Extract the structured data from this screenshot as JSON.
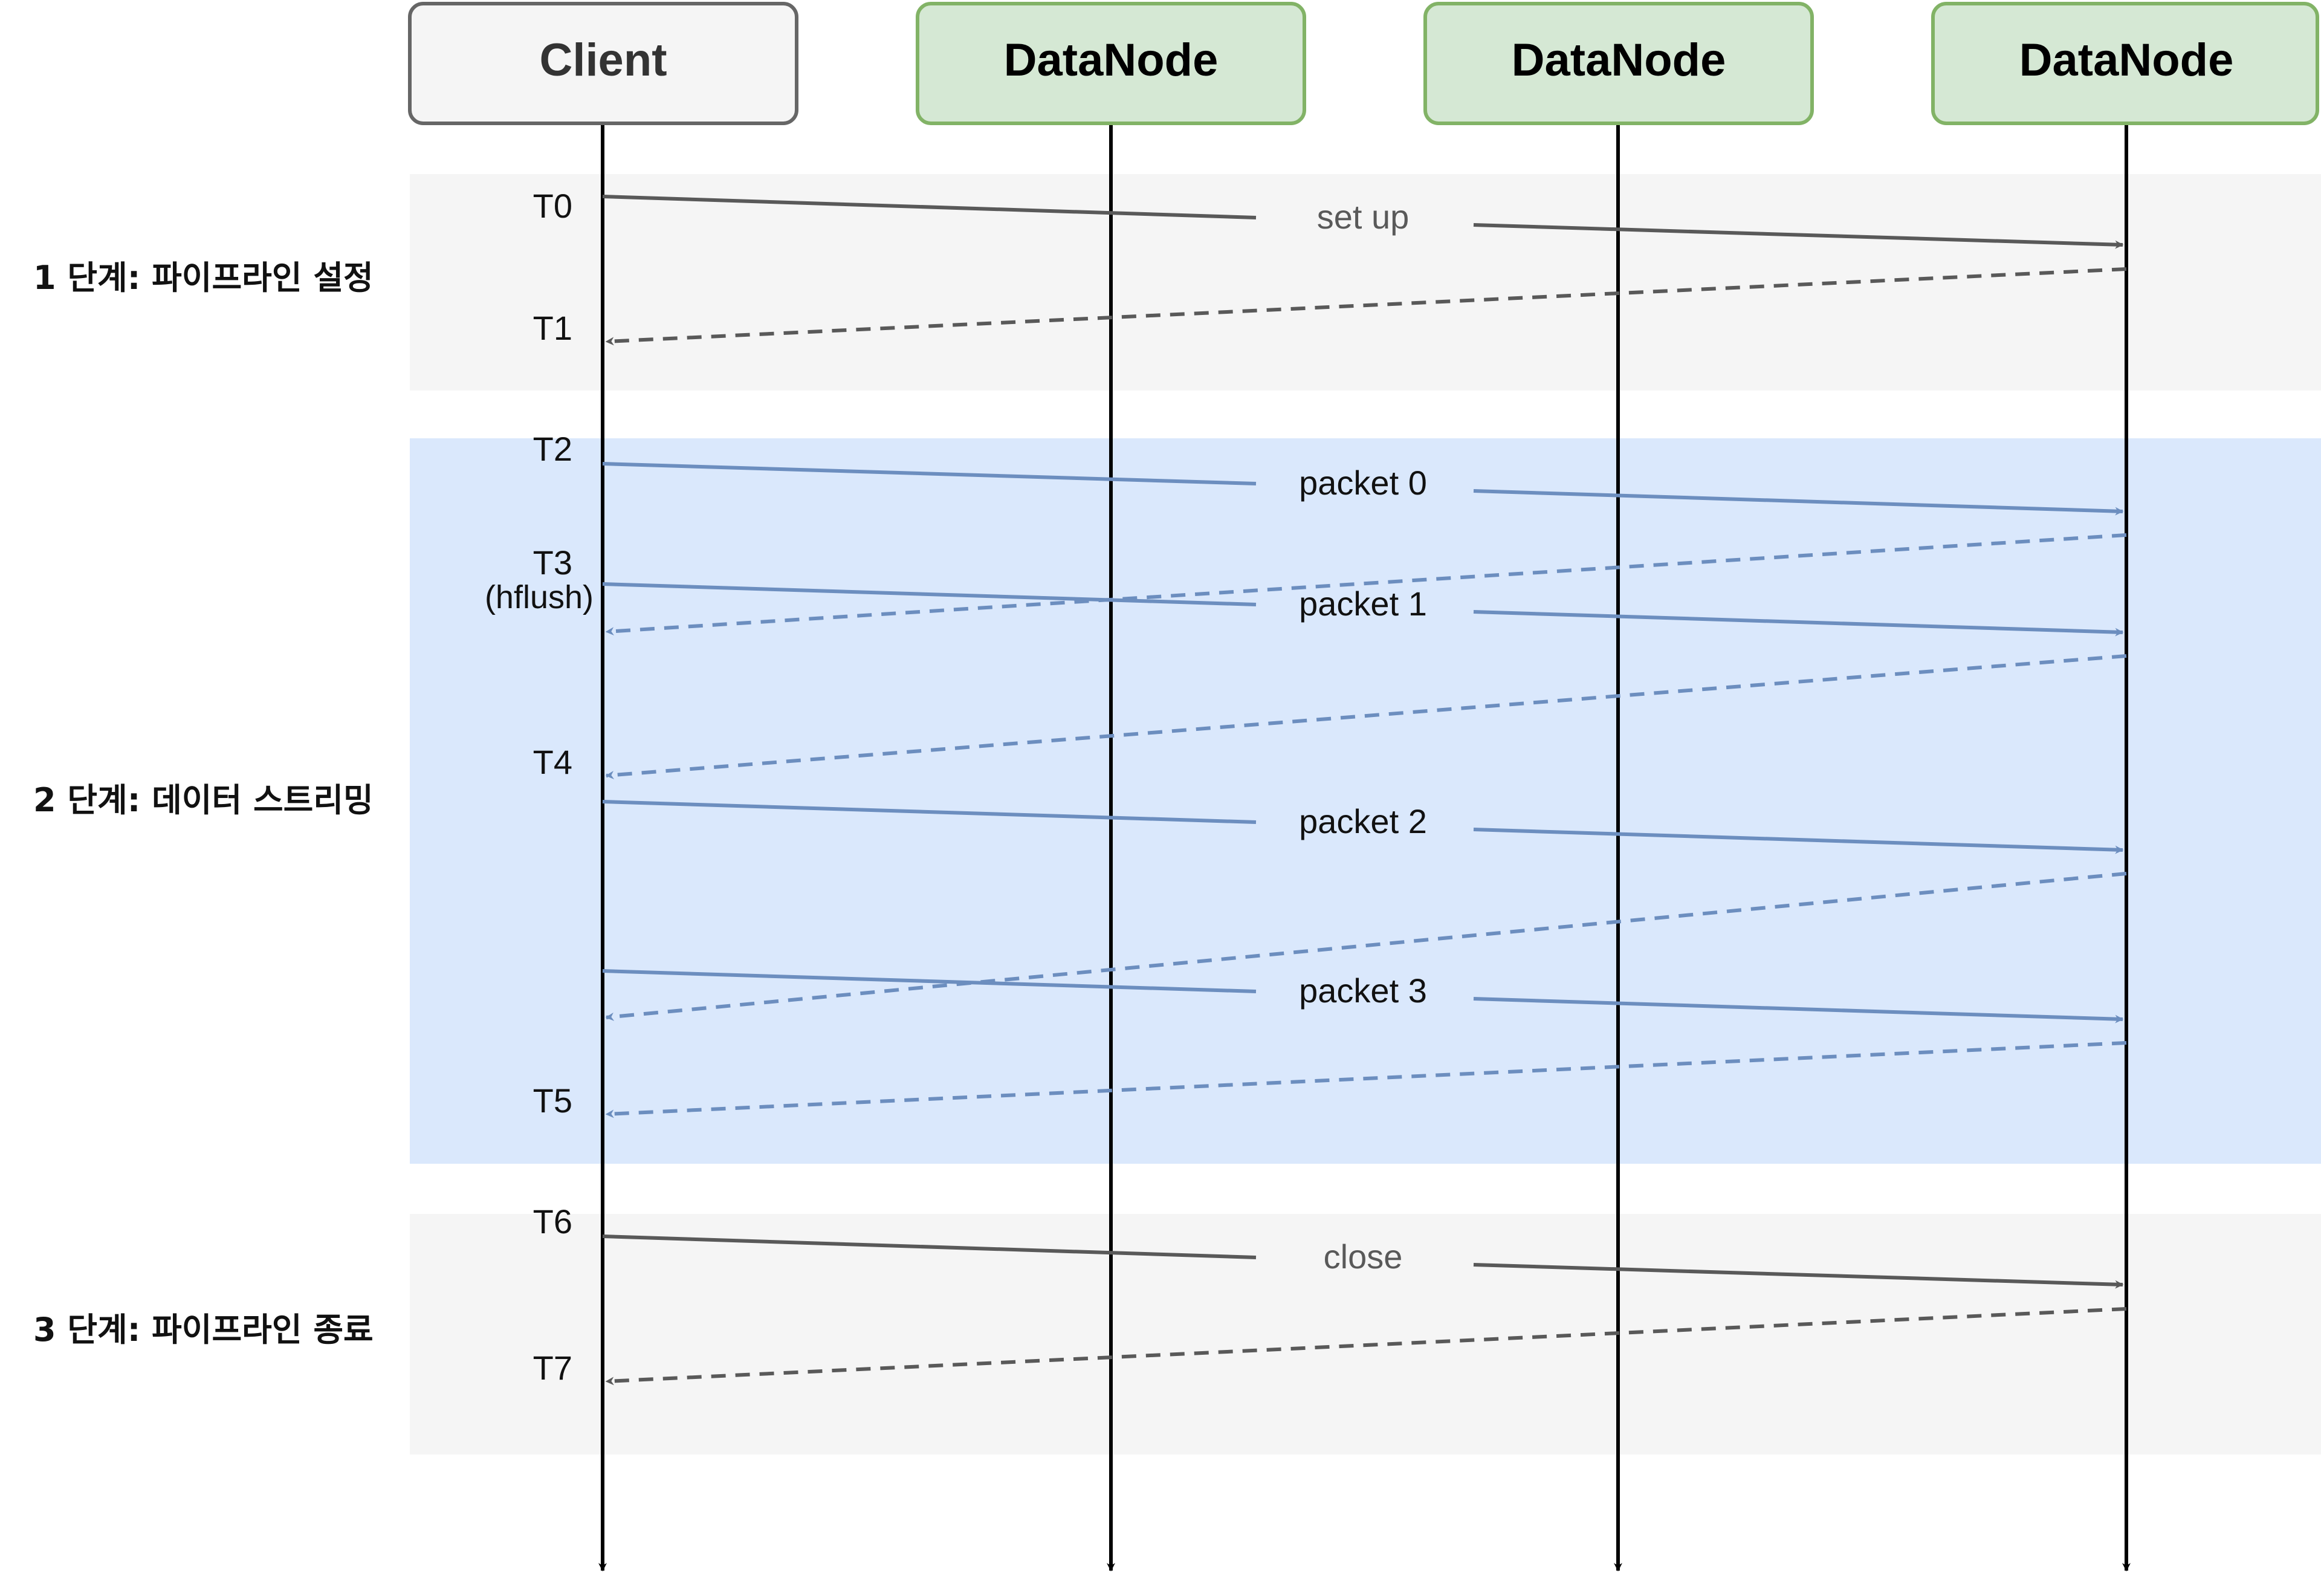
{
  "colors": {
    "phase_gray_bg": "#f5f5f5",
    "phase_blue_bg": "#dae8fc",
    "client_fill": "#f5f5f5",
    "client_stroke": "#666666",
    "datanode_fill": "#d5e8d4",
    "datanode_stroke": "#82b366",
    "gray_arrow": "#595959",
    "blue_arrow": "#6c8ebf",
    "lifeline": "#000000"
  },
  "participants": [
    {
      "label": "Client",
      "type": "client"
    },
    {
      "label": "DataNode",
      "type": "datanode"
    },
    {
      "label": "DataNode",
      "type": "datanode"
    },
    {
      "label": "DataNode",
      "type": "datanode"
    }
  ],
  "phases": [
    {
      "label": "1 단계: 파이프라인 설정",
      "color": "gray"
    },
    {
      "label": "2 단계: 데이터 스트리밍",
      "color": "blue"
    },
    {
      "label": "3 단계: 파이프라인 종료",
      "color": "gray"
    }
  ],
  "time_markers": [
    {
      "label": "T0"
    },
    {
      "label": "T1"
    },
    {
      "label": "T2"
    },
    {
      "label": "T3",
      "sub": "(hflush)"
    },
    {
      "label": "T4"
    },
    {
      "label": "T5"
    },
    {
      "label": "T6"
    },
    {
      "label": "T7"
    }
  ],
  "messages": [
    {
      "label": "set up",
      "color": "gray",
      "kind": "request"
    },
    {
      "label": "",
      "color": "gray",
      "kind": "ack"
    },
    {
      "label": "packet 0",
      "color": "blue",
      "kind": "request"
    },
    {
      "label": "",
      "color": "blue",
      "kind": "ack"
    },
    {
      "label": "packet 1",
      "color": "blue",
      "kind": "request"
    },
    {
      "label": "",
      "color": "blue",
      "kind": "ack"
    },
    {
      "label": "packet 2",
      "color": "blue",
      "kind": "request"
    },
    {
      "label": "",
      "color": "blue",
      "kind": "ack"
    },
    {
      "label": "packet 3",
      "color": "blue",
      "kind": "request"
    },
    {
      "label": "",
      "color": "blue",
      "kind": "ack"
    },
    {
      "label": "close",
      "color": "gray",
      "kind": "request"
    },
    {
      "label": "",
      "color": "gray",
      "kind": "ack"
    }
  ]
}
